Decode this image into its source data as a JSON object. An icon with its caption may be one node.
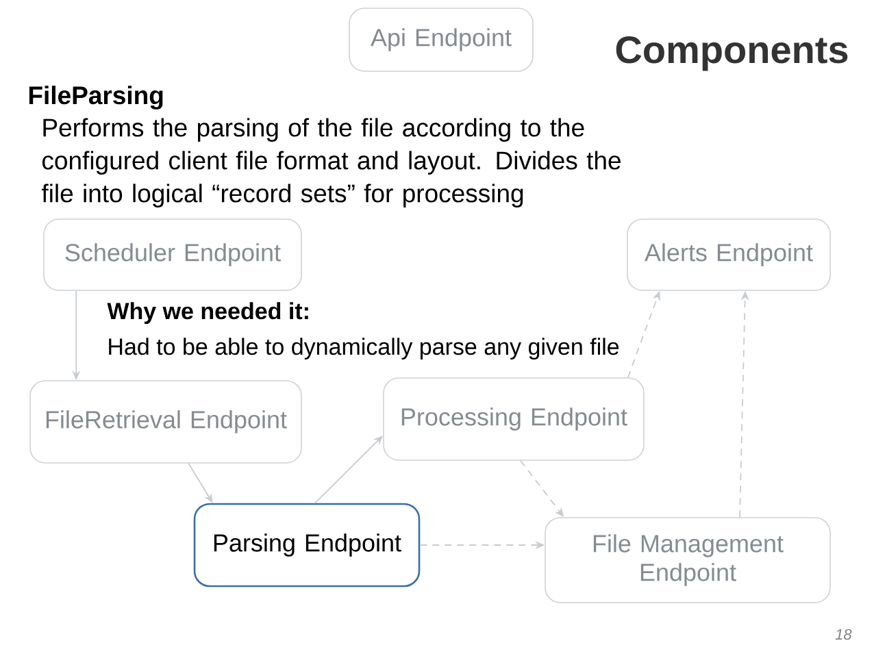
{
  "diagram": {
    "title": "Components",
    "nodes": [
      {
        "text": [
          "Api Endpoint"
        ]
      },
      {
        "text": [
          "Scheduler Endpoint"
        ]
      },
      {
        "text": [
          "Alerts Endpoint"
        ]
      },
      {
        "text": [
          "FileRetrieval Endpoint"
        ]
      },
      {
        "text": [
          "Processing Endpoint"
        ]
      },
      {
        "text": [
          "Parsing Endpoint"
        ]
      },
      {
        "text": [
          "File Management Endpoint"
        ]
      }
    ],
    "edges": [
      {
        "from": 1,
        "to": 3,
        "arrow": "to"
      },
      {
        "from": 3,
        "to": 5,
        "arrow": "to"
      },
      {
        "from": 5,
        "to": 4,
        "arrow": "to"
      },
      {
        "from": 4,
        "to": 2,
        "arrow": "to",
        "style": "dashed"
      },
      {
        "from": 4,
        "to": 6,
        "arrow": "to",
        "style": "dashed"
      },
      {
        "from": 5,
        "to": 6,
        "arrow": "to",
        "style": "dashed"
      },
      {
        "from": 6,
        "to": 2,
        "arrow": "to",
        "style": "dashed"
      }
    ],
    "labels": [
      "FileParsing",
      "Performs the parsing of the file according to the configured client file format and layout. Divides the file into logical “record sets” for processing",
      "Why we needed it:",
      "Had to be able to dynamically parse any given file",
      "18"
    ]
  }
}
